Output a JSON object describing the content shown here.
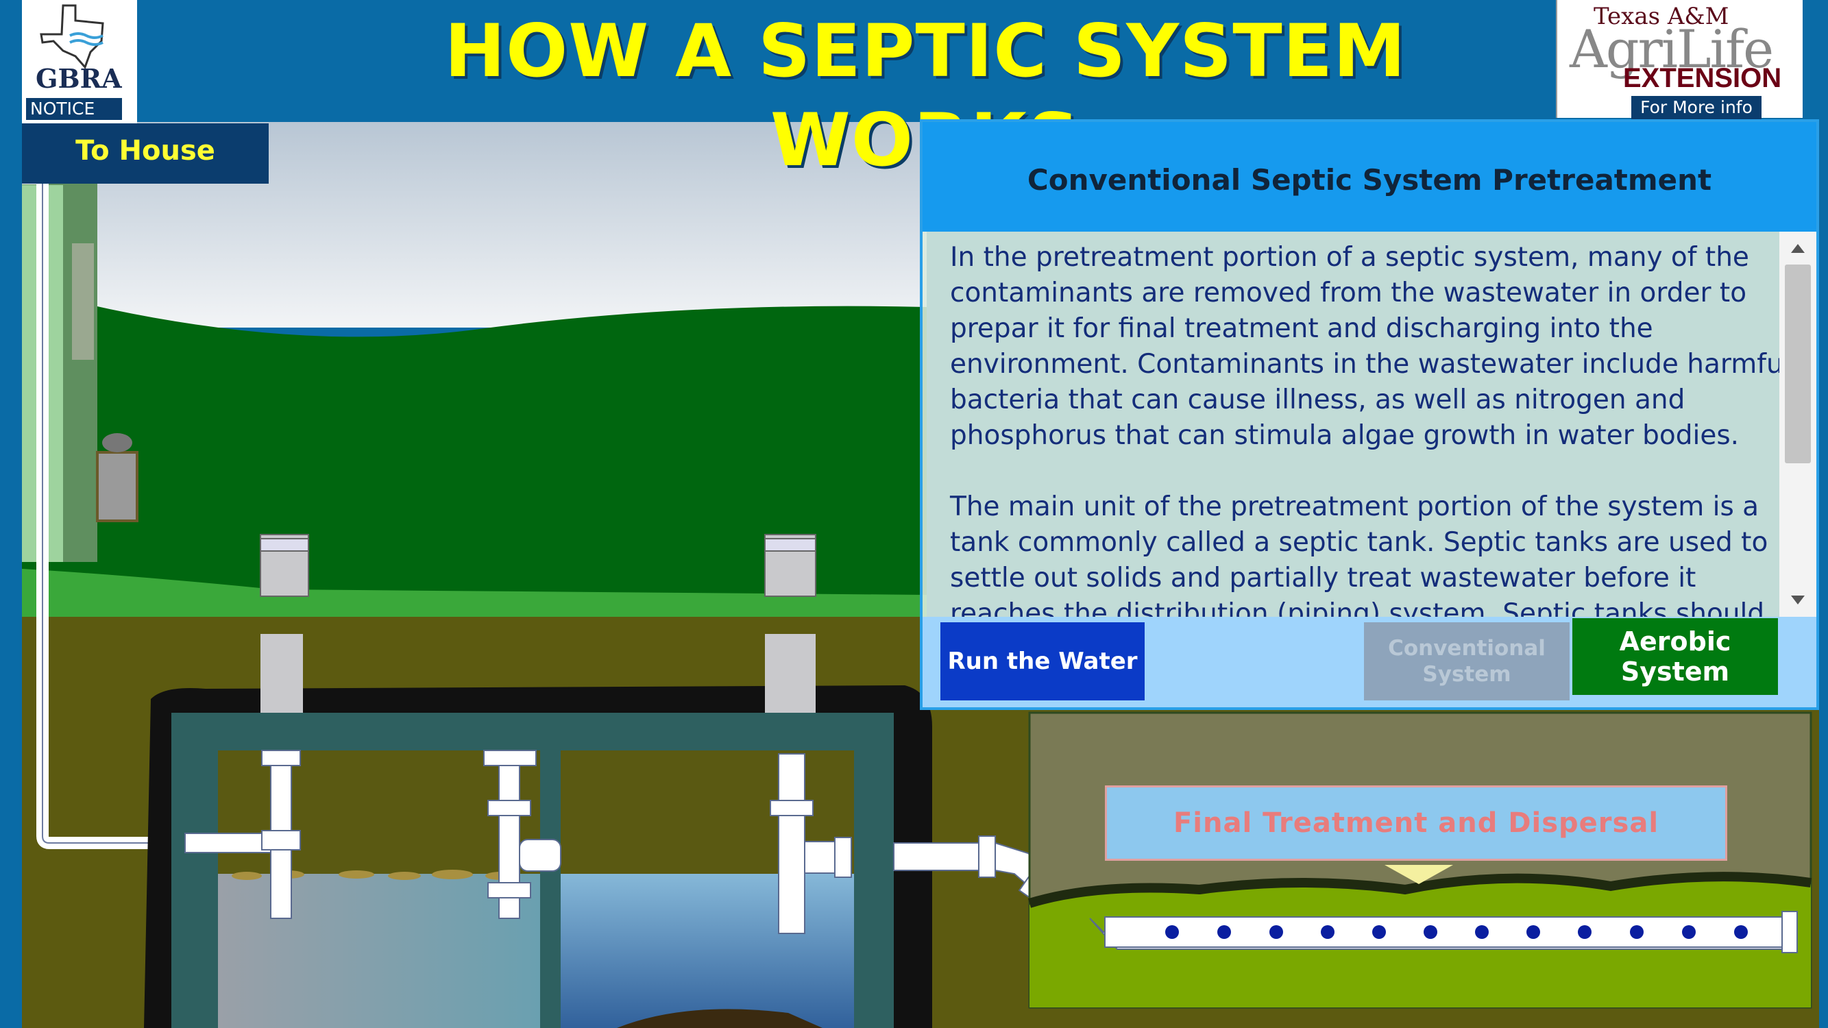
{
  "header": {
    "title": "HOW A SEPTIC SYSTEM WORKS"
  },
  "logos": {
    "gbra": {
      "text": "GBRA",
      "notice": "NOTICE"
    },
    "agrilife": {
      "line1": "Texas A&M",
      "line2": "AgriLife",
      "line3": "EXTENSION",
      "more_info": "For More info"
    }
  },
  "nav": {
    "to_house": "To House"
  },
  "panel": {
    "title": "Conventional Septic System Pretreatment",
    "body": "In the pretreatment portion of a septic system, many of the contaminants are removed from the wastewater in order to prepar it for final treatment and discharging into the environment. Contaminants in the wastewater include harmful bacteria that can cause illness, as well as nitrogen and phosphorus that can stimula algae growth in water bodies.\n\nThe main unit of the pretreatment portion of the system is a tank commonly called a septic tank. Septic tanks are used to settle out solids and partially treat wastewater before it reaches the distribution (piping) system. Septic tanks should be made of",
    "buttons": {
      "run_water": "Run the Water",
      "conventional": "Conventional System",
      "aerobic": "Aerobic System"
    }
  },
  "diagram": {
    "final_label": "Final Treatment and Dispersal"
  },
  "colors": {
    "frame": "#0a6ba6",
    "title": "#ffff00",
    "hill": "#00660f",
    "soil": "#5c5a10",
    "tank": "#2e6060",
    "panel_header": "#169aee",
    "aerobic_button": "#007a10",
    "run_button": "#0b3bc7"
  }
}
